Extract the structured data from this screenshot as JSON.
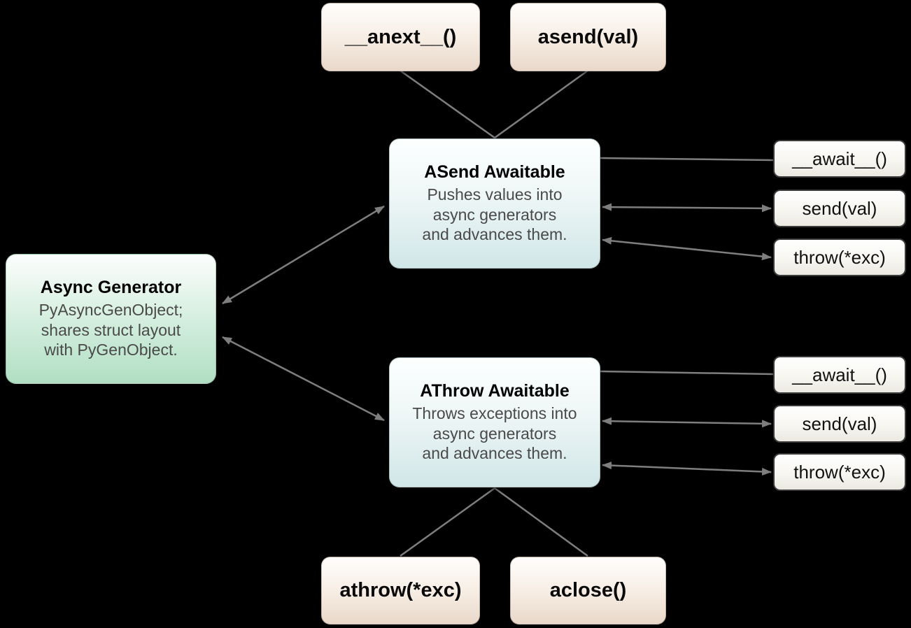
{
  "diagram": {
    "background_color": "#000000",
    "arrow_color": "#7e7e7e",
    "nodes": {
      "anext": {
        "label": "__anext__()"
      },
      "asend": {
        "label": "asend(val)"
      },
      "asend_awaitable": {
        "title": "ASend Awaitable",
        "body": [
          "Pushes values into",
          "async generators",
          "and advances them."
        ]
      },
      "athrow_awaitable": {
        "title": "AThrow Awaitable",
        "body": [
          "Throws exceptions into",
          "async generators",
          "and advances them."
        ]
      },
      "async_generator": {
        "title": "Async Generator",
        "body": [
          "PyAsyncGenObject;",
          "shares struct layout",
          "with PyGenObject."
        ]
      },
      "asend_await": {
        "label": "__await__()"
      },
      "asend_send": {
        "label": "send(val)"
      },
      "asend_throw": {
        "label": "throw(*exc)"
      },
      "athrow_await": {
        "label": "__await__()"
      },
      "athrow_send": {
        "label": "send(val)"
      },
      "athrow_throw": {
        "label": "throw(*exc)"
      },
      "athrow_exc": {
        "label": "athrow(*exc)"
      },
      "aclose": {
        "label": "aclose()"
      }
    },
    "colors": {
      "tan_box_top": "#fffefd",
      "tan_box_bottom": "#e9d8ca",
      "green_box_top": "#fcfefd",
      "green_box_bottom": "#b0dfc3",
      "teal_box_top": "#fdffff",
      "teal_box_bottom": "#d0e6e7",
      "small_box_top": "#ffffff",
      "small_box_bottom": "#ebe9e1"
    },
    "edges": [
      {
        "from": "anext",
        "to": "asend_awaitable",
        "arrows": "none"
      },
      {
        "from": "asend",
        "to": "asend_awaitable",
        "arrows": "none"
      },
      {
        "from": "async_generator",
        "to": "asend_awaitable",
        "arrows": "both"
      },
      {
        "from": "async_generator",
        "to": "athrow_awaitable",
        "arrows": "both"
      },
      {
        "from": "asend_awaitable",
        "to": "asend_await",
        "arrows": "none"
      },
      {
        "from": "asend_awaitable",
        "to": "asend_send",
        "arrows": "both"
      },
      {
        "from": "asend_awaitable",
        "to": "asend_throw",
        "arrows": "both"
      },
      {
        "from": "athrow_awaitable",
        "to": "athrow_await",
        "arrows": "none"
      },
      {
        "from": "athrow_awaitable",
        "to": "athrow_send",
        "arrows": "both"
      },
      {
        "from": "athrow_awaitable",
        "to": "athrow_throw",
        "arrows": "both"
      },
      {
        "from": "athrow_awaitable",
        "to": "athrow_exc",
        "arrows": "none"
      },
      {
        "from": "athrow_awaitable",
        "to": "aclose",
        "arrows": "none"
      }
    ]
  }
}
